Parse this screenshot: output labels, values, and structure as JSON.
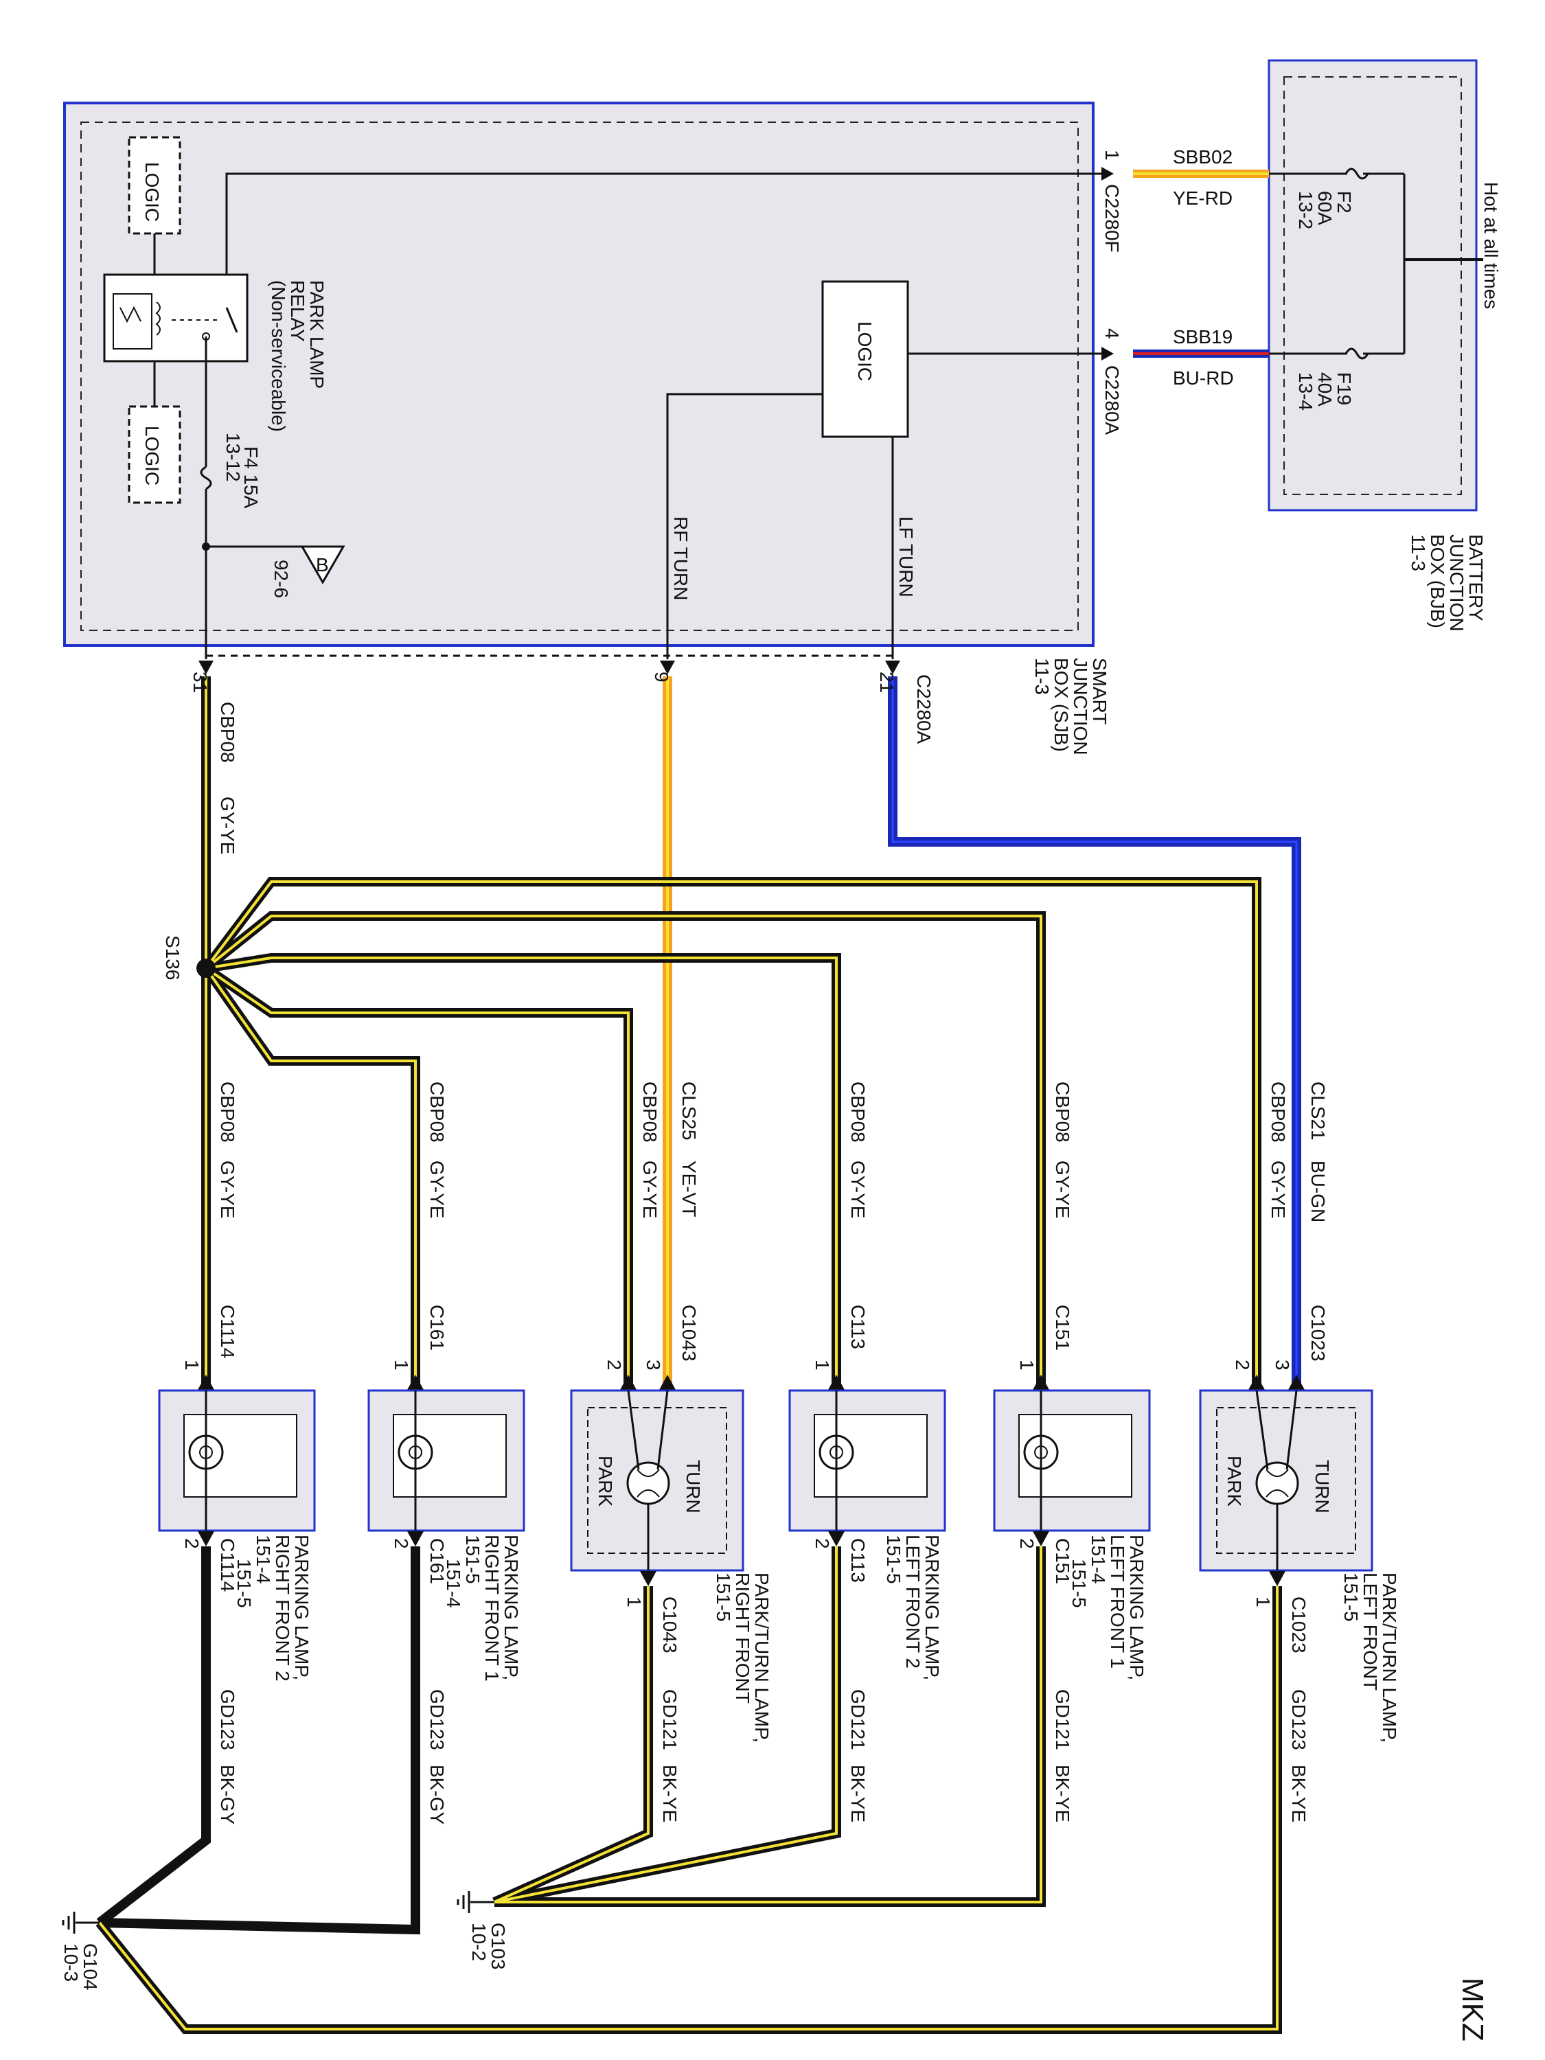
{
  "model": "MKZ",
  "power_source": {
    "label": "Hot at all times",
    "bjb_lines": [
      "BATTERY",
      "JUNCTION",
      "BOX (BJB)",
      "11-3"
    ],
    "fuses": [
      {
        "lines": [
          "F2",
          "60A",
          "13-2"
        ]
      },
      {
        "lines": [
          "F19",
          "40A",
          "13-4"
        ]
      }
    ]
  },
  "sjb": {
    "title_lines": [
      "SMART",
      "JUNCTION",
      "BOX (SJB)",
      "11-3"
    ],
    "logic_label": "LOGIC",
    "relay_lines": [
      "PARK LAMP",
      "RELAY",
      "(Non-serviceable)"
    ],
    "fuse_lines": [
      "F4  15A",
      "13-12"
    ],
    "ground_ref": "92-6",
    "ground_letter": "B",
    "rf_turn": "RF TURN",
    "lf_turn": "LF TURN"
  },
  "bjb_sjb_wires": [
    {
      "pin": "1",
      "connector": "C2280F",
      "circuit": "SBB02",
      "color": "YE-RD"
    },
    {
      "pin": "4",
      "connector": "C2280A",
      "circuit": "SBB19",
      "color": "BU-RD"
    }
  ],
  "sjb_outputs": [
    {
      "pin": "31",
      "circuit": "CBP08",
      "color": "GY-YE"
    },
    {
      "pin": "9"
    },
    {
      "pin": "21",
      "connector": "C2280A"
    }
  ],
  "splice": "S136",
  "branches": [
    {
      "circuit": "CBP08",
      "color": "GY-YE",
      "connector": "C1114",
      "pin": "1"
    },
    {
      "circuit": "CBP08",
      "color": "GY-YE",
      "connector": "C161",
      "pin": "1"
    },
    {
      "circuit": "CBP08",
      "color": "GY-YE",
      "connector": "C1043",
      "pin": "2"
    },
    {
      "circuit": "CLS25",
      "color": "YE-VT",
      "pin": "3"
    },
    {
      "circuit": "CBP08",
      "color": "GY-YE",
      "connector": "C113",
      "pin": "1"
    },
    {
      "circuit": "CBP08",
      "color": "GY-YE",
      "connector": "C151",
      "pin": "1"
    },
    {
      "circuit": "CBP08",
      "color": "GY-YE",
      "connector": "C1023",
      "pin": "2"
    },
    {
      "circuit": "CLS21",
      "color": "BU-GN",
      "pin": "3"
    }
  ],
  "lamps": [
    {
      "name_lines": [
        "PARKING LAMP,",
        "RIGHT FRONT 2",
        "151-4",
        "151-5"
      ],
      "out_pin": "2",
      "out_connector": "C1114",
      "ground_circuit": "GD123",
      "ground_color": "BK-GY"
    },
    {
      "name_lines": [
        "PARKING LAMP,",
        "RIGHT FRONT 1",
        "151-5",
        "151-4"
      ],
      "out_pin": "2",
      "out_connector": "C161",
      "ground_circuit": "GD123",
      "ground_color": "BK-GY"
    },
    {
      "name_lines": [
        "PARK/TURN LAMP,",
        "RIGHT FRONT",
        "151-5"
      ],
      "park": "PARK",
      "turn": "TURN",
      "out_pin": "1",
      "out_connector": "C1043",
      "ground_circuit": "GD121",
      "ground_color": "BK-YE"
    },
    {
      "name_lines": [
        "PARKING LAMP,",
        "LEFT FRONT 2",
        "151-5"
      ],
      "out_pin": "2",
      "out_connector": "C113",
      "ground_circuit": "GD121",
      "ground_color": "BK-YE"
    },
    {
      "name_lines": [
        "PARKING LAMP,",
        "LEFT FRONT 1",
        "151-4",
        "151-5"
      ],
      "out_pin": "2",
      "out_connector": "C151",
      "ground_circuit": "GD121",
      "ground_color": "BK-YE"
    },
    {
      "name_lines": [
        "PARK/TURN LAMP,",
        "LEFT FRONT",
        "151-5"
      ],
      "park": "PARK",
      "turn": "TURN",
      "out_pin": "1",
      "out_connector": "C1023",
      "ground_circuit": "GD123",
      "ground_color": "BK-YE"
    }
  ],
  "grounds": [
    {
      "name": "G104",
      "ref": "10-3"
    },
    {
      "name": "G103",
      "ref": "10-2"
    }
  ],
  "colors": {
    "box_border": "#2233cc",
    "box_fill": "#e6e6ec",
    "wire_black": "#0a0a0a",
    "wire_yellow": "#f3e234",
    "wire_orange": "#f7a21b",
    "wire_blue": "#1a28b8",
    "wire_red": "#d81e1e"
  }
}
